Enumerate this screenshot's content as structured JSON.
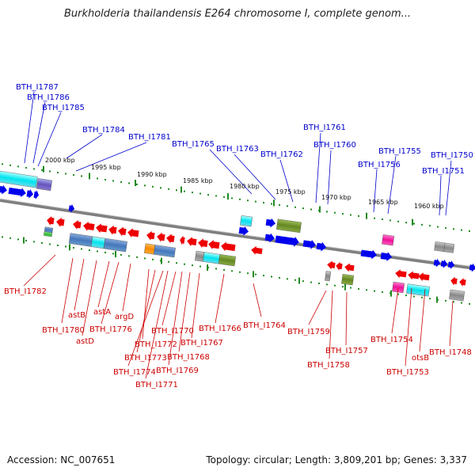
{
  "title": "Burkholderia thailandensis E264 chromosome I, complete genom...",
  "footer": {
    "accession": "Accession: NC_007651",
    "summary": "Topology: circular; Length: 3,809,201 bp; Genes: 3,337"
  },
  "colors": {
    "top_label": "#0000cc",
    "bottom_label": "#cc0000",
    "backbone": "#7f7f7f",
    "ticks": "#228b22",
    "forward_gene": "#0000ee",
    "reverse_gene": "#ee0000"
  },
  "scale_labels": [
    "2000 kbp",
    "1995 kbp",
    "1990 kbp",
    "1985 kbp",
    "1980 kbp",
    "1975 kbp",
    "1970 kbp",
    "1965 kbp",
    "1960 kbp"
  ],
  "top_labels": [
    "BTH_I1787",
    "BTH_I1786",
    "BTH_I1785",
    "BTH_I1784",
    "BTH_I1781",
    "BTH_I1765",
    "BTH_I1763",
    "BTH_I1762",
    "BTH_I1761",
    "BTH_I1760",
    "BTH_I1756",
    "BTH_I1755",
    "BTH_I1751",
    "BTH_I1750"
  ],
  "bottom_labels": [
    "BTH_I1782",
    "BTH_I1780",
    "astB",
    "astD",
    "astA",
    "BTH_I1776",
    "argD",
    "BTH_I1772",
    "BTH_I1773",
    "BTH_I1774",
    "BTH_I1771",
    "BTH_I1770",
    "BTH_I1769",
    "BTH_I1768",
    "BTH_I1767",
    "BTH_I1766",
    "BTH_I1764",
    "BTH_I1759",
    "BTH_I1758",
    "BTH_I1757",
    "BTH_I1754",
    "BTH_I1753",
    "otsB",
    "BTH_I1748"
  ]
}
